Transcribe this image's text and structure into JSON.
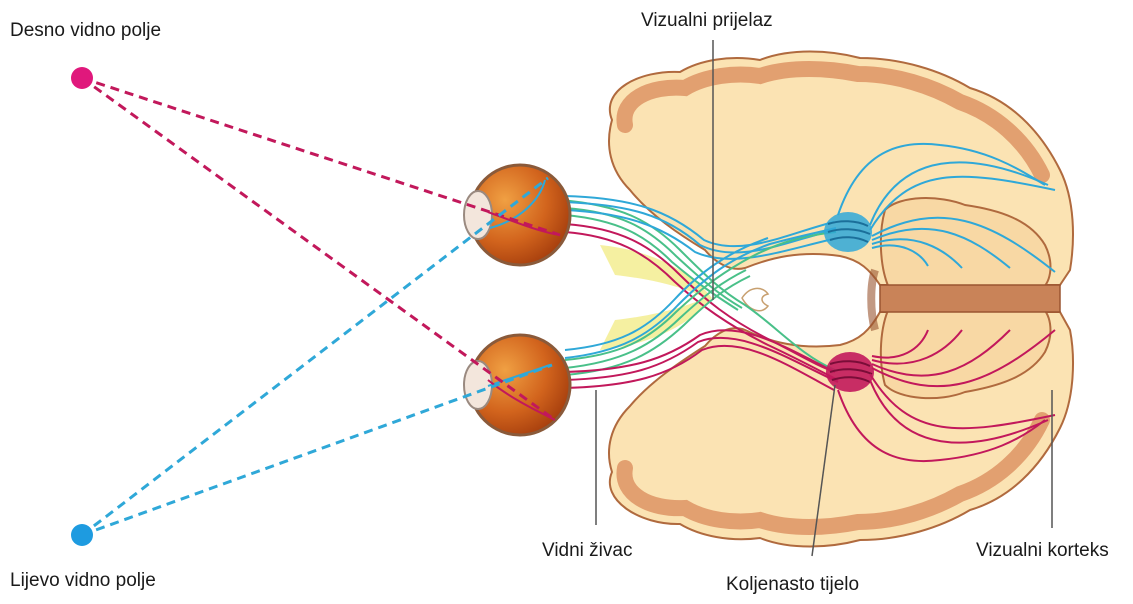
{
  "labels": {
    "right_field": "Desno vidno polje",
    "left_field": "Lijevo vidno polje",
    "optic_chiasm": "Vizualni prijelaz",
    "optic_nerve": "Vidni živac",
    "lgn": "Koljenasto tijelo",
    "visual_cortex": "Vizualni korteks"
  },
  "colors": {
    "right_field_path": "#c2185b",
    "left_field_path": "#2fa8d8",
    "right_field_dot": "#e0187c",
    "left_field_dot": "#1e9be0",
    "brain_fill": "#fbe3b3",
    "brain_cortex": "#d98a5a",
    "eye": "#c9561e",
    "green_fiber": "#49c089",
    "chiasm_yellow": "#f3ec8a"
  }
}
